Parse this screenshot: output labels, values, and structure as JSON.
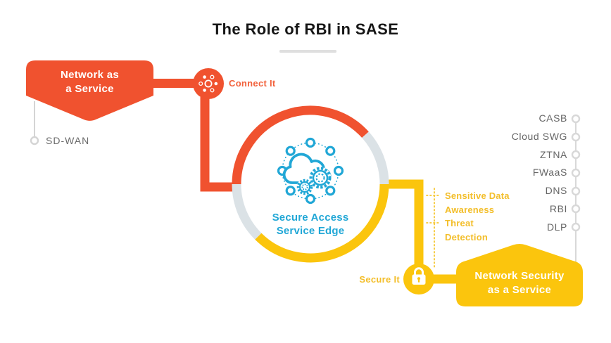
{
  "title": "The Role of RBI in SASE",
  "colors": {
    "orange": "#F0522F",
    "yellow": "#FBC50D",
    "cyan": "#21A7D6",
    "text_gray": "#666666",
    "line_gray": "#D8D8D8",
    "ring_gray": "#DBE2E6"
  },
  "network_as_a_service": {
    "label_lines": [
      "Network as",
      "a Service"
    ],
    "sub_item": "SD-WAN"
  },
  "connect_node": {
    "label": "Connect It",
    "icon": "network-hub-icon"
  },
  "sase_core": {
    "label_lines": [
      "Secure Access",
      "Service Edge"
    ],
    "icon": "cloud-gears-icon"
  },
  "secure_node": {
    "label": "Secure It",
    "icon": "lock-icon"
  },
  "security_capabilities": [
    {
      "lines": [
        "Sensitive Data",
        "Awareness"
      ]
    },
    {
      "lines": [
        "Threat",
        "Detection"
      ]
    }
  ],
  "network_security_as_a_service": {
    "label_lines": [
      "Network Security",
      "as a Service"
    ]
  },
  "service_list": {
    "items": [
      "CASB",
      "Cloud SWG",
      "ZTNA",
      "FWaaS",
      "DNS",
      "RBI",
      "DLP"
    ]
  }
}
